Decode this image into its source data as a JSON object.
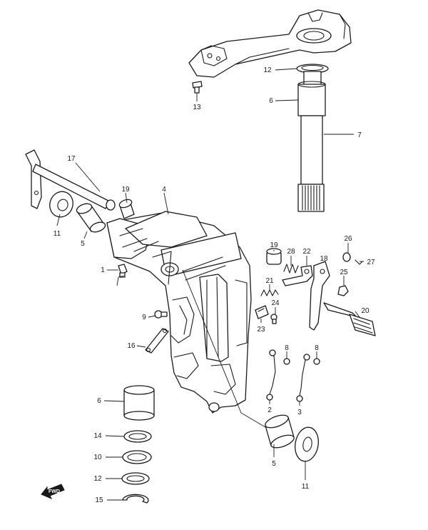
{
  "callouts": {
    "c1": "1",
    "c2": "2",
    "c3": "3",
    "c4": "4",
    "c5a": "5",
    "c5b": "5",
    "c6a": "6",
    "c6b": "6",
    "c7": "7",
    "c8a": "8",
    "c8b": "8",
    "c9": "9",
    "c10": "10",
    "c11a": "11",
    "c11b": "11",
    "c12a": "12",
    "c12b": "12",
    "c13": "13",
    "c14": "14",
    "c15": "15",
    "c16": "16",
    "c17": "17",
    "c18": "18",
    "c19a": "19",
    "c19b": "19",
    "c20": "20",
    "c21": "21",
    "c22": "22",
    "c23": "23",
    "c24": "24",
    "c25": "25",
    "c26": "26",
    "c27": "27",
    "c28": "28"
  },
  "direction_arrow": {
    "label": "FWD"
  }
}
